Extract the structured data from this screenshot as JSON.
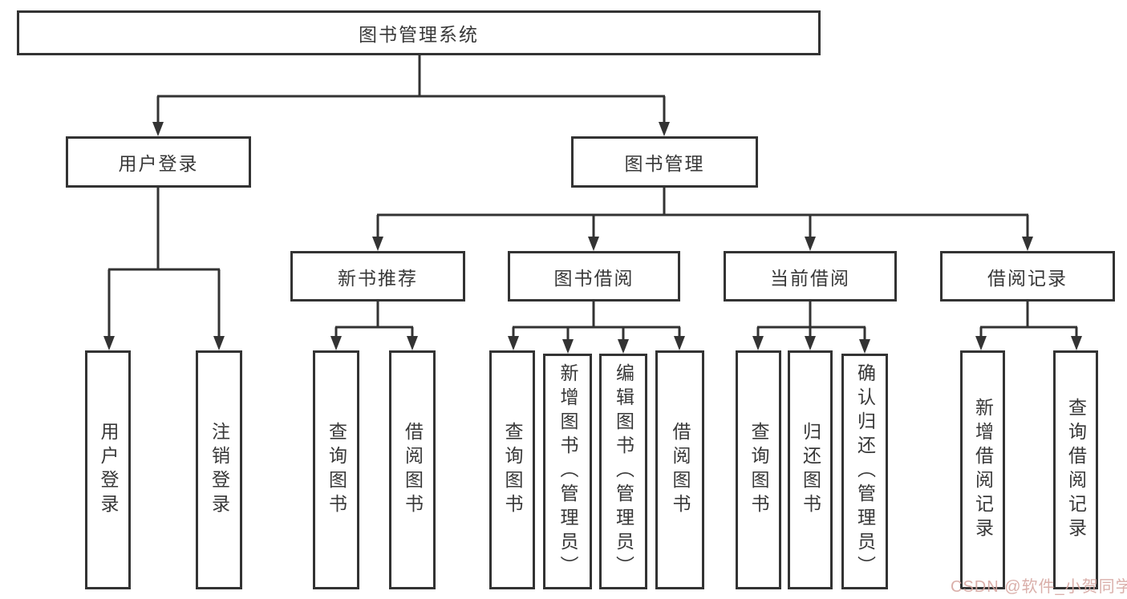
{
  "diagram_title": "图书管理系统",
  "tree": {
    "root": {
      "label": "图书管理系统",
      "children": [
        {
          "label": "用户登录",
          "children": [
            {
              "label": "用户登录"
            },
            {
              "label": "注销登录"
            }
          ]
        },
        {
          "label": "图书管理",
          "children": [
            {
              "label": "新书推荐",
              "children": [
                {
                  "label": "查询图书"
                },
                {
                  "label": "借阅图书"
                }
              ]
            },
            {
              "label": "图书借阅",
              "children": [
                {
                  "label": "查询图书"
                },
                {
                  "label": "新增图书（管理员）"
                },
                {
                  "label": "编辑图书（管理员）"
                },
                {
                  "label": "借阅图书"
                }
              ]
            },
            {
              "label": "当前借阅",
              "children": [
                {
                  "label": "查询图书"
                },
                {
                  "label": "归还图书"
                },
                {
                  "label": "确认归还（管理员）"
                }
              ]
            },
            {
              "label": "借阅记录",
              "children": [
                {
                  "label": "新增借阅记录"
                },
                {
                  "label": "查询借阅记录"
                }
              ]
            }
          ]
        }
      ]
    }
  },
  "watermark": {
    "text": "CSDN @软件_小贺同学",
    "color": "#d6a7a1"
  },
  "colors": {
    "line": "#333333",
    "box_border": "#333333",
    "box_fill": "#ffffff",
    "text": "#383838",
    "background": "#ffffff"
  }
}
